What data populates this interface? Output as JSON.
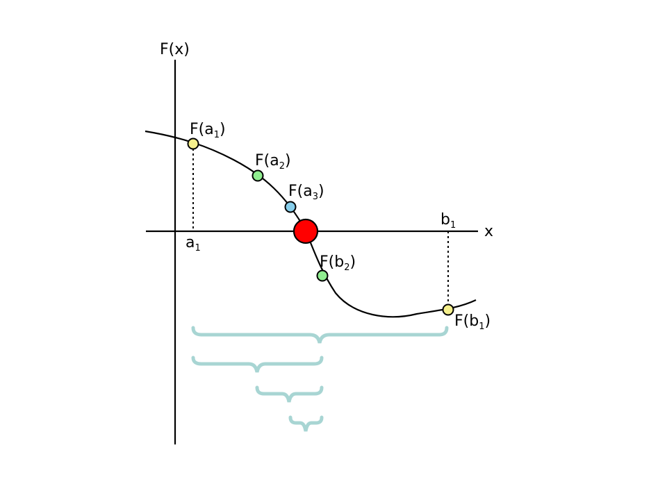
{
  "diagram": {
    "y_axis_label": "F(x)",
    "x_axis_label": "x",
    "a1_label": {
      "base": "a",
      "sub": "1"
    },
    "b1_label": {
      "base": "b",
      "sub": "1"
    },
    "points": {
      "fa1": {
        "prefix": "F(",
        "base": "a",
        "sub": "1",
        "suffix": ")"
      },
      "fa2": {
        "prefix": "F(",
        "base": "a",
        "sub": "2",
        "suffix": ")"
      },
      "fa3": {
        "prefix": "F(",
        "base": "a",
        "sub": "3",
        "suffix": ")"
      },
      "fb2": {
        "prefix": "F(",
        "base": "b",
        "sub": "2",
        "suffix": ")"
      },
      "fb1": {
        "prefix": "F(",
        "base": "b",
        "sub": "1",
        "suffix": ")"
      }
    },
    "colors": {
      "axis": "#000000",
      "curve": "#000000",
      "root": "#ff0000",
      "endpoint": "#f5f08c",
      "midpoint": "#90ee90",
      "third": "#87ceeb",
      "brace": "#a8d5d3"
    }
  }
}
